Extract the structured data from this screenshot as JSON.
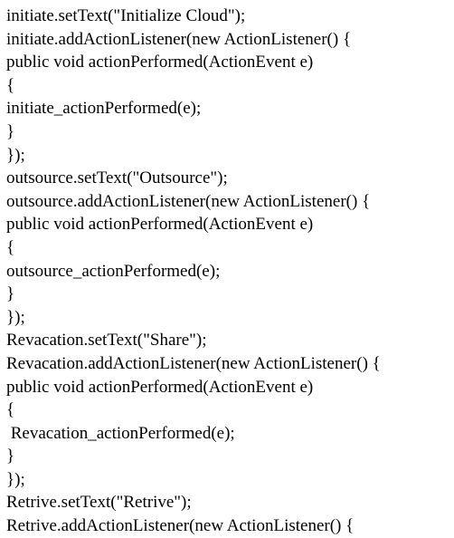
{
  "document": {
    "lines": [
      "initiate.setText(\"Initialize Cloud\");",
      "initiate.addActionListener(new ActionListener() {",
      "public void actionPerformed(ActionEvent e)",
      "{",
      "initiate_actionPerformed(e);",
      "}",
      "});",
      "outsource.setText(\"Outsource\");",
      "outsource.addActionListener(new ActionListener() {",
      "public void actionPerformed(ActionEvent e)",
      "{",
      "outsource_actionPerformed(e);",
      "}",
      "});",
      "Revacation.setText(\"Share\");",
      "Revacation.addActionListener(new ActionListener() {",
      "public void actionPerformed(ActionEvent e)",
      "{",
      " Revacation_actionPerformed(e);",
      "}",
      "});",
      "Retrive.setText(\"Retrive\");",
      "Retrive.addActionListener(new ActionListener() {"
    ]
  }
}
